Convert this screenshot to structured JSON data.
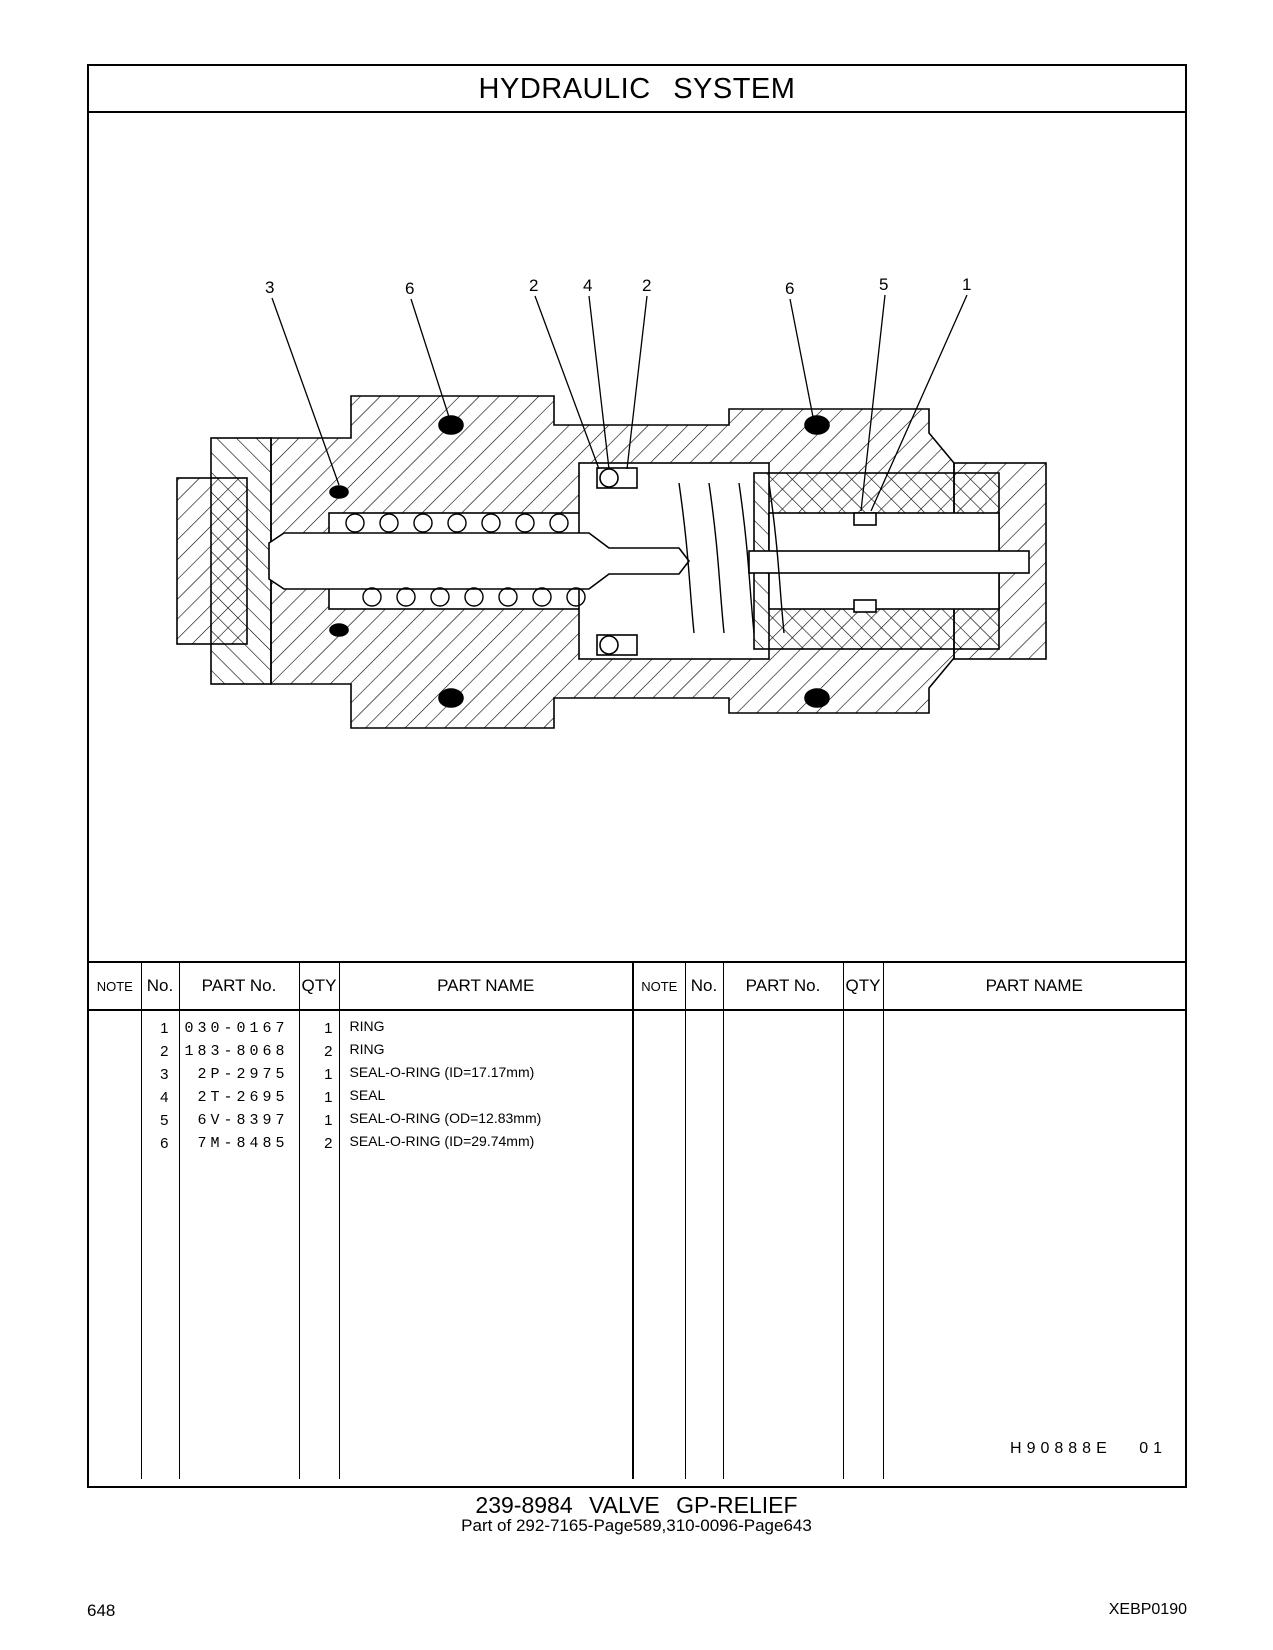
{
  "header": {
    "title": "HYDRAULIC   SYSTEM"
  },
  "drawing": {
    "callouts": [
      "3",
      "6",
      "2",
      "4",
      "2",
      "6",
      "5",
      "1"
    ]
  },
  "table": {
    "headers": {
      "note": "NOTE",
      "no": "No.",
      "part_no": "PART No.",
      "qty": "QTY",
      "part_name": "PART NAME"
    },
    "rows": [
      {
        "no": "1",
        "part_no": "030-0167",
        "qty": "1",
        "name": "RING"
      },
      {
        "no": "2",
        "part_no": "183-8068",
        "qty": "2",
        "name": "RING"
      },
      {
        "no": "3",
        "part_no": "2P-2975",
        "qty": "1",
        "name": "SEAL-O-RING (ID=17.17mm)"
      },
      {
        "no": "4",
        "part_no": "2T-2695",
        "qty": "1",
        "name": "SEAL"
      },
      {
        "no": "5",
        "part_no": "6V-8397",
        "qty": "1",
        "name": "SEAL-O-RING (OD=12.83mm)"
      },
      {
        "no": "6",
        "part_no": "7M-8485",
        "qty": "2",
        "name": "SEAL-O-RING (ID=29.74mm)"
      }
    ]
  },
  "illustration_code": "H90888E  01",
  "caption": {
    "line1": "239-8984  VALVE GP-RELIEF",
    "line2": "Part of 292-7165-Page589,310-0096-Page643"
  },
  "page_number": "648",
  "document_code": "XEBP0190"
}
